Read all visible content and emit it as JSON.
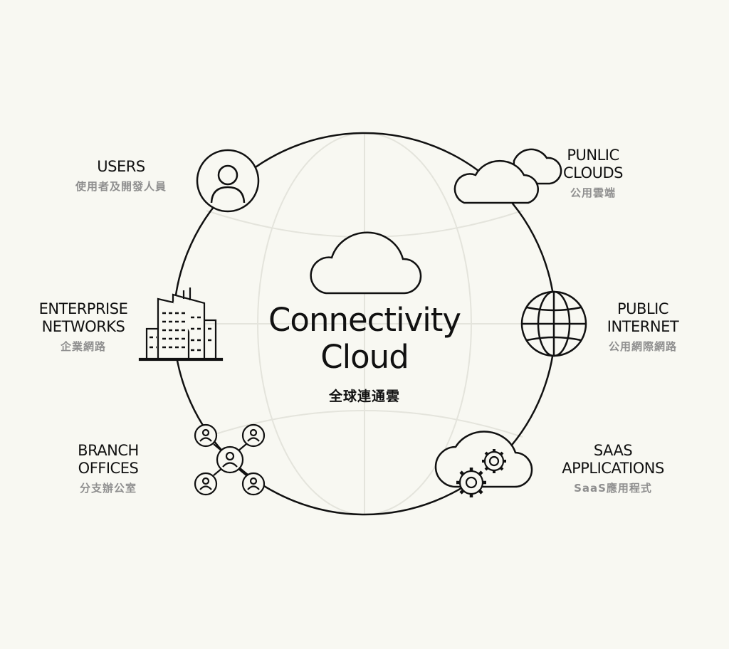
{
  "center": {
    "title": "Connectivity\nCloud",
    "subtitle": "全球連通雲"
  },
  "nodes": {
    "users": {
      "en": "USERS",
      "zh": "使用者及開發人員",
      "icon": "user-icon"
    },
    "public_clouds": {
      "en": "PUNLIC\nCLOUDS",
      "zh": "公用雲端",
      "icon": "cloud-icon"
    },
    "enterprise_networks": {
      "en": "ENTERPRISE\nNETWORKS",
      "zh": "企業網路",
      "icon": "building-icon"
    },
    "public_internet": {
      "en": "PUBLIC\nINTERNET",
      "zh": "公用網際網路",
      "icon": "globe-icon"
    },
    "branch_offices": {
      "en": "BRANCH\nOFFICES",
      "zh": "分支辦公室",
      "icon": "network-nodes-icon"
    },
    "saas_applications": {
      "en": "SAAS\nAPPLICATIONS",
      "zh": "SaaS應用程式",
      "icon": "cloud-gears-icon"
    }
  },
  "colors": {
    "background": "#f8f8f2",
    "stroke": "#111111",
    "grid": "#e4e4dc",
    "subtext": "#8f8f8f"
  }
}
